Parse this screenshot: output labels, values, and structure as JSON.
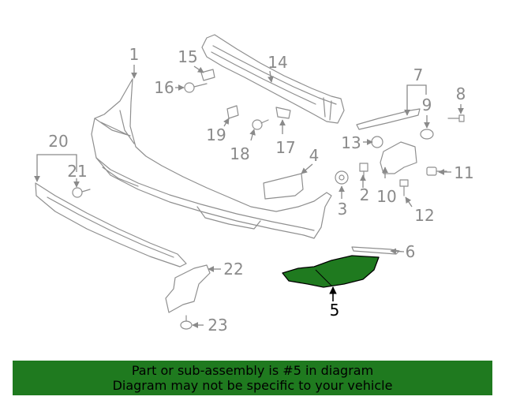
{
  "diagram": {
    "callouts": [
      "1",
      "2",
      "3",
      "4",
      "5",
      "6",
      "7",
      "8",
      "9",
      "10",
      "11",
      "12",
      "13",
      "14",
      "15",
      "16",
      "17",
      "18",
      "19",
      "20",
      "21",
      "22",
      "23"
    ],
    "highlighted_part": "5",
    "highlight_color": "#1f7a1f",
    "line_color": "#8f8f8f"
  },
  "banner": {
    "line1": "Part or sub-assembly is #5 in diagram",
    "line2": "Diagram may not be specific to your vehicle",
    "background": "#1f7a1f"
  }
}
